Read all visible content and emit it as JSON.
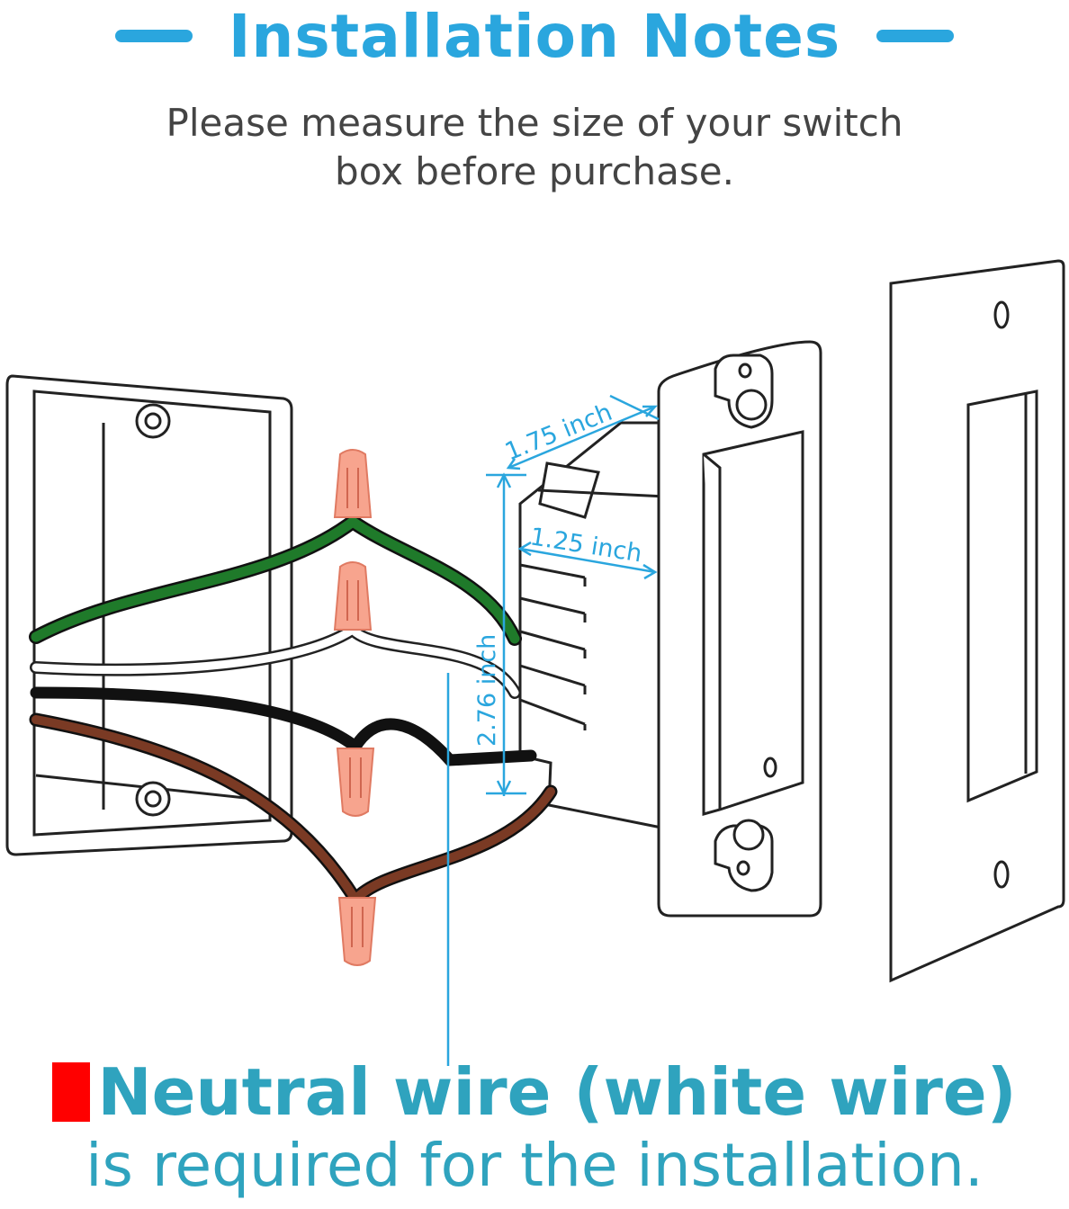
{
  "header": {
    "title": "Installation Notes",
    "subtitle_line1": "Please measure the size of your switch",
    "subtitle_line2": "box before purchase.",
    "accent_color": "#2aa6de"
  },
  "dimensions": {
    "depth": "1.75 inch",
    "width": "1.25 inch",
    "height": "2.76 inch",
    "dimension_color": "#2aa6de"
  },
  "wires": {
    "ground_color": "#1f7a2a",
    "neutral_color": "#ffffff",
    "hot_color": "#111111",
    "load_color": "#7a3a24",
    "connector_color": "#f7a48e"
  },
  "note": {
    "line1": "Neutral wire (white wire)",
    "line2": "is required for the installation.",
    "marker_color": "#ff0000",
    "text_color": "#2fa3be"
  }
}
